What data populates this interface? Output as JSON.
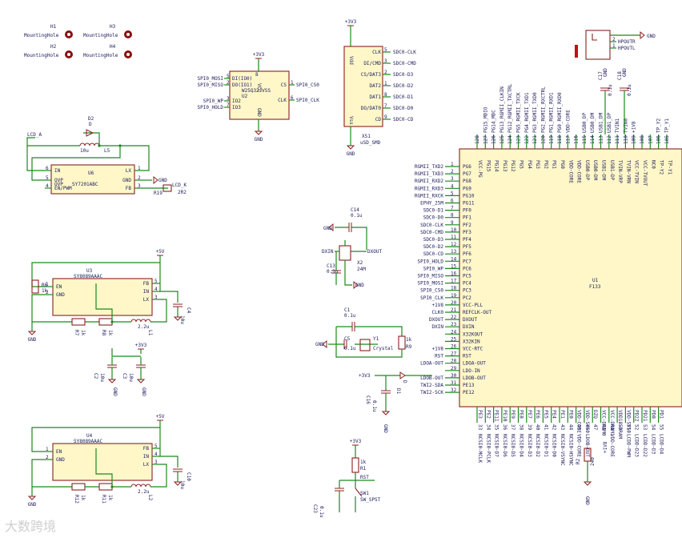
{
  "mounting_holes": [
    {
      "ref": "H1",
      "value": "MountingHole"
    },
    {
      "ref": "H2",
      "value": "MountingHole"
    },
    {
      "ref": "H3",
      "value": "MountingHole"
    },
    {
      "ref": "H4",
      "value": "MountingHole"
    }
  ],
  "flash": {
    "ref": "U2",
    "part": "W25Q32JVSS",
    "vcc_label": "+3V3",
    "gnd_label": "GND",
    "pins_left": [
      {
        "num": "5",
        "name": "DI(IO0)",
        "net": "SPI0_MOSI"
      },
      {
        "num": "2",
        "name": "DO(IO1)",
        "net": "SPI0_MISO"
      },
      {
        "num": "3",
        "name": "IO2",
        "net": "SPI0_WP"
      },
      {
        "num": "7",
        "name": "IO3",
        "net": "SPI0_HOLD"
      }
    ],
    "pins_right": [
      {
        "num": "1",
        "name": "CS",
        "net": "SPI0_CS0"
      },
      {
        "num": "6",
        "name": "CLK",
        "net": "SPI0_CLK"
      }
    ],
    "pin_vcc": "8",
    "pin_gnd": "4",
    "label_vcc": "VCC",
    "label_gnd": "GND"
  },
  "sd": {
    "ref": "XS1",
    "part": "uSD_SMD",
    "vcc_label": "+3V3",
    "gnd_label": "GND",
    "pin_vdd": "Vdd",
    "pin_vss": "Vss",
    "pins": [
      {
        "num": "5",
        "name": "CLK",
        "net": "SDC0-CLK"
      },
      {
        "num": "3",
        "name": "DI/CMD",
        "net": "SDC0-CMD"
      },
      {
        "num": "2",
        "name": "CS/DAT3",
        "net": "SDC0-D3"
      },
      {
        "num": "1",
        "name": "DAT2",
        "net": "SDC0-D2"
      },
      {
        "num": "8",
        "name": "DAT1",
        "net": "SDC0-D1"
      },
      {
        "num": "7",
        "name": "DO/DAT0",
        "net": "SDC0-D0"
      },
      {
        "num": "9",
        "name": "CD",
        "net": "SDC0-CD"
      }
    ]
  },
  "audio": {
    "gnd": "GND",
    "pins": [
      {
        "num": "2",
        "net": "HPOUTR"
      },
      {
        "num": "1",
        "net": "HPOUTL"
      }
    ]
  },
  "lcd_power": {
    "ref": "U6",
    "part": "SY7201ABC",
    "net_in": "LCD_A",
    "net_out": "LCD_K",
    "d2_ref": "D2",
    "d2_val": "D",
    "l5_ref": "L5",
    "l5_val": "10u",
    "r_ref": "R19",
    "r_val": "2R2",
    "gnd": "GND",
    "pins_left": [
      {
        "num": "6",
        "name": "IN"
      },
      {
        "num": "5",
        "name": "OVP"
      },
      {
        "num": "4",
        "name": "EN/PWM"
      }
    ],
    "pins_right": [
      {
        "num": "1",
        "name": "LX"
      },
      {
        "num": "2",
        "name": "GND"
      },
      {
        "num": "3",
        "name": "FB"
      }
    ]
  },
  "reg1": {
    "ref": "U3",
    "part": "SY8089AAAC",
    "vin": "+5V",
    "vout": "+3V3",
    "pins_left": [
      {
        "num": "1",
        "name": "EN"
      },
      {
        "num": "2",
        "name": "GND"
      }
    ],
    "pins_right": [
      {
        "num": "5",
        "name": "FB"
      },
      {
        "num": "4",
        "name": "IN"
      },
      {
        "num": "3",
        "name": "LX"
      }
    ],
    "r1": "R6",
    "r1_val": "1k",
    "r2": "R7",
    "r2_val": "1k",
    "r3": "R8",
    "r3_val": "1k",
    "l": "L1",
    "l_val": "2.2u",
    "c1": "C4",
    "c1_val": "10u",
    "c2": "C2",
    "c2_val": "10u",
    "c3": "C3",
    "c3_val": "10u",
    "gnd": "GND"
  },
  "reg2": {
    "ref": "U4",
    "part": "SY8089AAAC",
    "vin": "+5V",
    "pins_left": [
      {
        "num": "1",
        "name": "EN"
      },
      {
        "num": "2",
        "name": "GND"
      }
    ],
    "pins_right": [
      {
        "num": "5",
        "name": "FB"
      },
      {
        "num": "4",
        "name": "IN"
      },
      {
        "num": "3",
        "name": "LX"
      }
    ],
    "r1": "R11",
    "r1_val": "1k",
    "r2": "R12",
    "r2_val": "1k",
    "l": "L2",
    "l_val": "2.2u",
    "c": "C10",
    "c_val": "10u",
    "gnd": "GND"
  },
  "crystal24": {
    "ref": "X2",
    "val": "24M",
    "dxin": "DXIN",
    "dxout": "DXOUT",
    "c14": "C14",
    "c14_val": "0.1u",
    "c13": "C13",
    "c13_val": "0.1u",
    "gnd": "GND"
  },
  "rtc": {
    "c1": "C1",
    "c1_val": "0.1u",
    "c5": "C5",
    "c5_val": "0.1u",
    "y1": "Y1",
    "y1_val": "Crystal",
    "r9": "R9",
    "r9_val": "1k",
    "gnd": "GND"
  },
  "ldo": {
    "vcc": "+3V3",
    "c16": "C16",
    "c16_val": "0.1u",
    "d": "D1",
    "d_val": "D",
    "gnd": "GND"
  },
  "reset": {
    "vcc": "+3V3",
    "r": "R1",
    "r_val": "1k",
    "net": "RST",
    "sw": "SW1",
    "sw_val": "SW_SPST",
    "c": "C23",
    "c_val": "0.1u"
  },
  "mcu": {
    "ref": "U1",
    "part": "F133",
    "left_pins": [
      {
        "net": "RGMII_TXD2",
        "name": "PG6",
        "num": "1"
      },
      {
        "net": "RGMII_TXD3",
        "name": "PG7",
        "num": "2"
      },
      {
        "net": "RGMII_RXD2",
        "name": "PG8",
        "num": "3"
      },
      {
        "net": "RGMII_RXD3",
        "name": "PG9",
        "num": "4"
      },
      {
        "net": "RGMII_RXCK",
        "name": "PG10",
        "num": "5"
      },
      {
        "net": "EPHY_25M",
        "name": "PG11",
        "num": "6"
      },
      {
        "net": "SDC0-D1",
        "name": "PF0",
        "num": "7"
      },
      {
        "net": "SDC0-D0",
        "name": "PF1",
        "num": "8"
      },
      {
        "net": "SDC0-CLK",
        "name": "PF2",
        "num": "9"
      },
      {
        "net": "SDC0-CMD",
        "name": "PF3",
        "num": "10"
      },
      {
        "net": "SDC0-D3",
        "name": "PF4",
        "num": "11"
      },
      {
        "net": "SDC0-D2",
        "name": "PF5",
        "num": "12"
      },
      {
        "net": "SDC0-CD",
        "name": "PF6",
        "num": "13"
      },
      {
        "net": "SPI0_HOLD",
        "name": "PC7",
        "num": "14"
      },
      {
        "net": "SPI0_WP",
        "name": "PC6",
        "num": "15"
      },
      {
        "net": "SPI0_MISO",
        "name": "PC5",
        "num": "16"
      },
      {
        "net": "SPI0_MOSI",
        "name": "PC4",
        "num": "17"
      },
      {
        "net": "SPI0_CS0",
        "name": "PC3",
        "num": "18"
      },
      {
        "net": "SPI0_CLK",
        "name": "PC2",
        "num": "19"
      },
      {
        "net": "+1V8",
        "name": "VCC-PLL",
        "num": "20"
      },
      {
        "net": "CLK0",
        "name": "REFCLK-OUT",
        "num": "21"
      },
      {
        "net": "DXOUT",
        "name": "DXOUT",
        "num": "22"
      },
      {
        "net": "DXIN",
        "name": "DXIN",
        "num": "23"
      },
      {
        "net": "",
        "name": "X32KOUT",
        "num": "24"
      },
      {
        "net": "",
        "name": "X32KIN",
        "num": "25"
      },
      {
        "net": "+1V8",
        "name": "VCC-RTC",
        "num": "26"
      },
      {
        "net": "RST",
        "name": "RST",
        "num": "27"
      },
      {
        "net": "LDOA-OUT",
        "name": "LDOA-OUT",
        "num": "28"
      },
      {
        "net": "",
        "name": "LDO-IN",
        "num": "29"
      },
      {
        "net": "LDOB-OUT",
        "name": "LDOB-OUT",
        "num": "30"
      },
      {
        "net": "TWI2-SDA",
        "name": "PE13",
        "num": "31"
      },
      {
        "net": "TWI2-SCK",
        "name": "PE12",
        "num": "32"
      }
    ],
    "top_pins": [
      {
        "num": "128",
        "name": "VCC-PG",
        "net": ""
      },
      {
        "num": "127",
        "name": "PG15",
        "net": "PG15_MDIO"
      },
      {
        "num": "126",
        "name": "PG14",
        "net": "PG14_MDC"
      },
      {
        "num": "125",
        "name": "PG13",
        "net": "PG13_RGMII_CLKIN"
      },
      {
        "num": "124",
        "name": "PG12",
        "net": "PG12_RGMII_TXCTRL"
      },
      {
        "num": "123",
        "name": "PG5",
        "net": "PG5_RGMII_TXCK"
      },
      {
        "num": "122",
        "name": "PG4",
        "net": "PG4_RGMII_TXD1"
      },
      {
        "num": "121",
        "name": "PG3",
        "net": "PG3_RGMII_TXD0"
      },
      {
        "num": "120",
        "name": "PG2",
        "net": "PG2_RGMII_RXCTRL"
      },
      {
        "num": "119",
        "name": "PG1",
        "net": "PG1_RGMII_RXD1"
      },
      {
        "num": "118",
        "name": "PG0",
        "net": "PG0_RGMII_RXD0"
      },
      {
        "num": "117",
        "name": "VDD-CORE",
        "net": "VDD-CORE"
      },
      {
        "num": "116",
        "name": "VDD-CORE",
        "net": ""
      },
      {
        "num": "115",
        "name": "USB0-DP",
        "net": "USB0_DP"
      },
      {
        "num": "114",
        "name": "USB0-DM",
        "net": "USB0_DM"
      },
      {
        "num": "113",
        "name": "USB1-DM",
        "net": "USB1_DM"
      },
      {
        "num": "112",
        "name": "USB1-DP",
        "net": "USB1_DP"
      },
      {
        "num": "111",
        "name": "TVIN-VRP",
        "net": "TVIN1"
      },
      {
        "num": "110",
        "name": "TVIN-VRN",
        "net": "TVIN0"
      },
      {
        "num": "109",
        "name": "VCC-TVIN",
        "net": "+1V8"
      },
      {
        "num": "108",
        "name": "VCC-TVOUT",
        "net": ""
      },
      {
        "num": "107",
        "name": "NC0",
        "net": ""
      },
      {
        "num": "106",
        "name": "TP-Y2",
        "net": "TP_Y2"
      },
      {
        "num": "105",
        "name": "TP-Y1",
        "net": "TP_Y1"
      }
    ],
    "top_extra": [
      "C17",
      "GND",
      "0.1u",
      "C18",
      "GND",
      "0.1u"
    ],
    "bottom_pins": [
      {
        "num": "33",
        "name": "PE3",
        "net": "NCSI0-MCLK"
      },
      {
        "num": "34",
        "name": "PE2",
        "net": "NCSI0-PCLK"
      },
      {
        "num": "35",
        "name": "PE11",
        "net": "NCSI0-D7"
      },
      {
        "num": "36",
        "name": "PE10",
        "net": "NCSI0-D6"
      },
      {
        "num": "37",
        "name": "PE9",
        "net": "NCSI0-D5"
      },
      {
        "num": "38",
        "name": "PE8",
        "net": "NCSI0-D4"
      },
      {
        "num": "39",
        "name": "PE7",
        "net": "NCSI0-D3"
      },
      {
        "num": "40",
        "name": "PE6",
        "net": "NCSI0-D2"
      },
      {
        "num": "41",
        "name": "PE5",
        "net": "NCSI0-D1"
      },
      {
        "num": "42",
        "name": "PE4",
        "net": "NCSI0-D0"
      },
      {
        "num": "43",
        "name": "PE1",
        "net": "NCSI0-VSYNC"
      },
      {
        "num": "44",
        "name": "PE0",
        "net": "NCSI0-HSYNC"
      },
      {
        "num": "45",
        "name": "VDD-CORE",
        "net": "VDD-CORE"
      },
      {
        "num": "46",
        "name": "VDD-SYS0",
        "net": "LDOB-OUT"
      },
      {
        "num": "47",
        "name": "DZQ",
        "net": ""
      },
      {
        "num": "48",
        "name": "VCC-DRAM0",
        "net": ""
      },
      {
        "num": "49",
        "name": "VCC-DRAM1",
        "net": "VDD-CORE"
      },
      {
        "num": "50",
        "name": "VDD18-DRAM",
        "net": ""
      },
      {
        "num": "51",
        "name": "VDD-SYS0",
        "net": "LCDD-PWM"
      },
      {
        "num": "52",
        "name": "PD22",
        "net": "LCDD-D23"
      },
      {
        "num": "53",
        "name": "PD21",
        "net": "LCDD-D22"
      },
      {
        "num": "54",
        "name": "PD0",
        "net": "LCDD-D3"
      },
      {
        "num": "55",
        "name": "PD1",
        "net": "LCDD-D4"
      }
    ],
    "bottom_extra": [
      "R2",
      "240",
      "GND",
      "+1V8"
    ]
  },
  "watermark": "大数跨境"
}
